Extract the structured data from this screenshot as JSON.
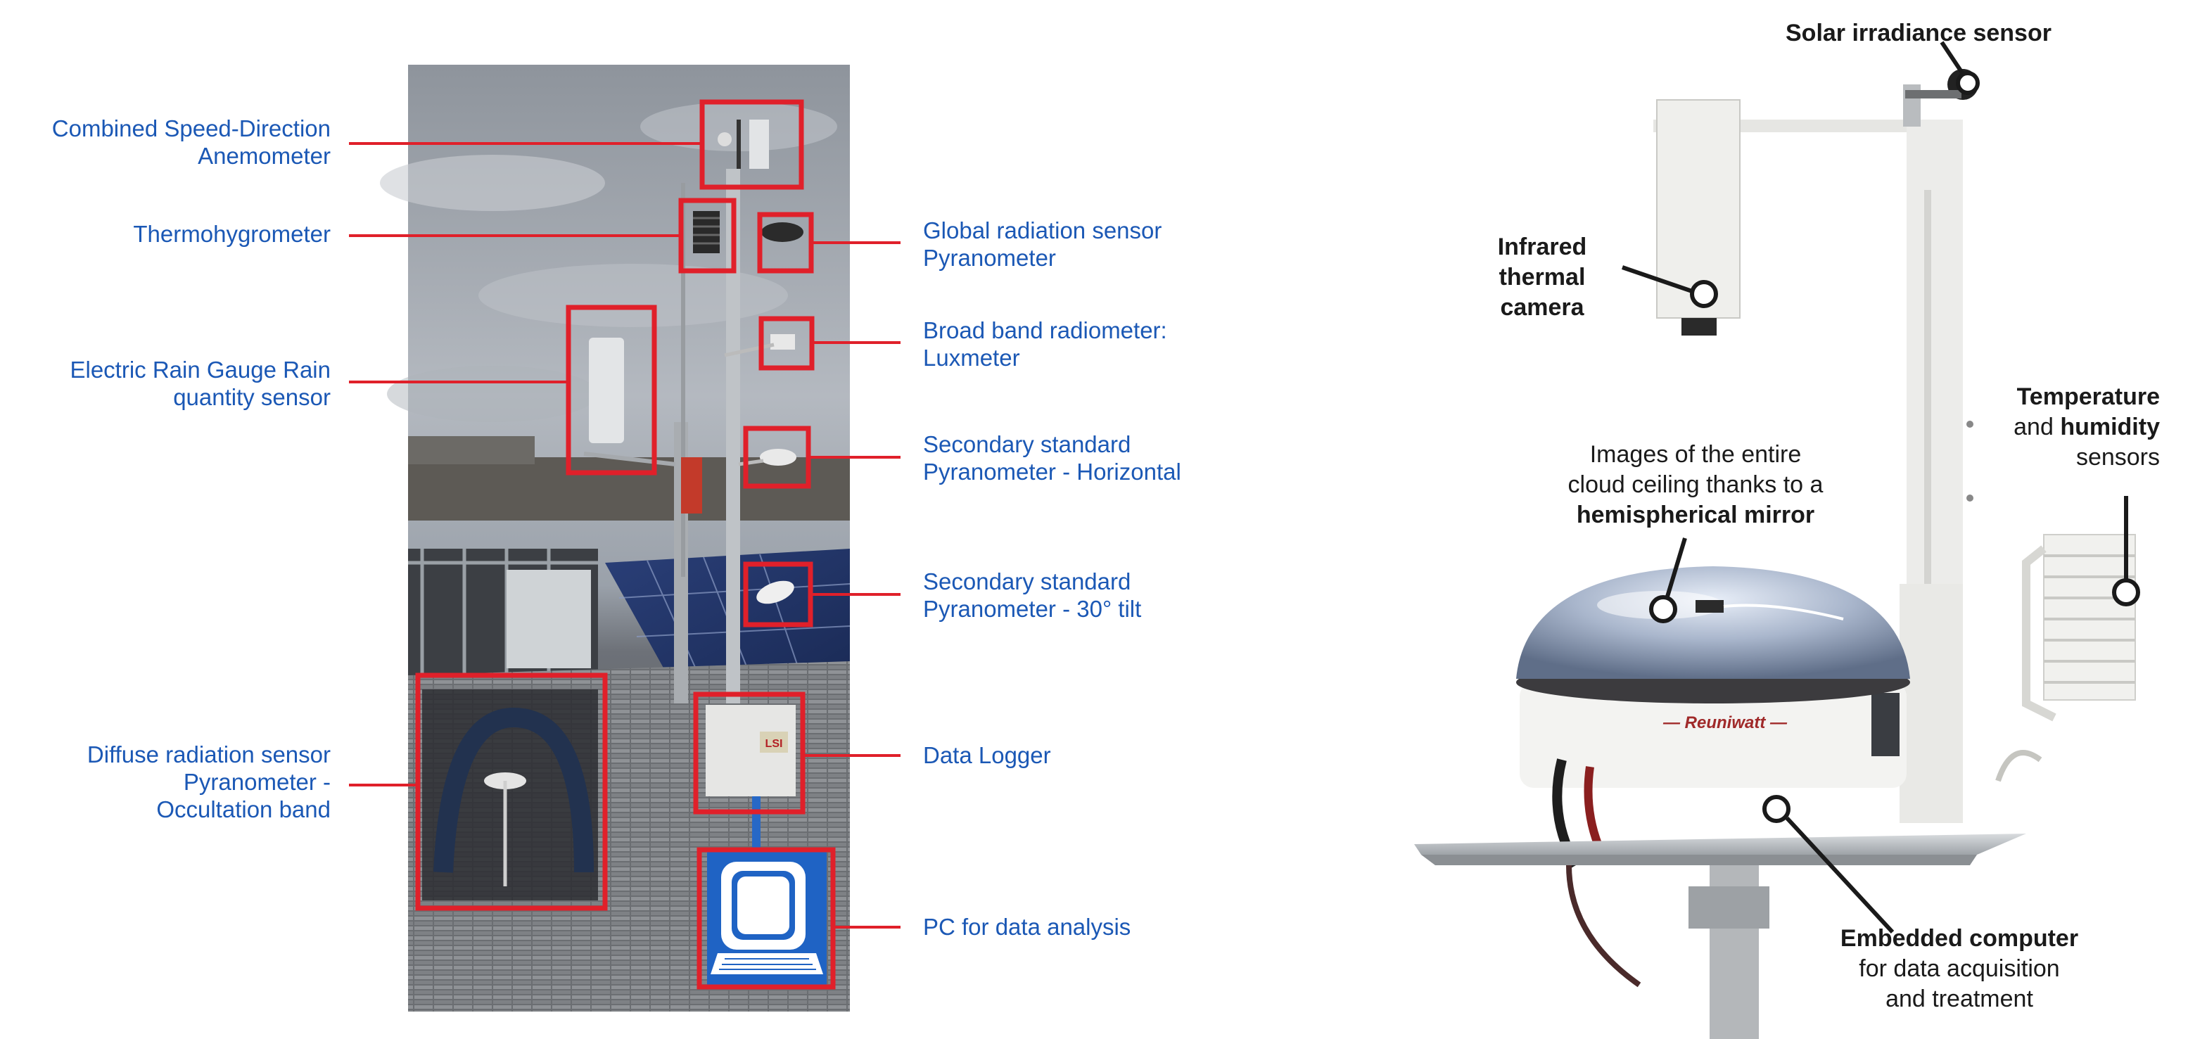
{
  "left_panel": {
    "labels": {
      "anemometer": [
        "Combined Speed-Direction",
        "Anemometer"
      ],
      "thermohygrometer": [
        "Thermohygrometer"
      ],
      "rain_gauge": [
        "Electric Rain Gauge Rain",
        "quantity sensor"
      ],
      "diffuse": [
        "Diffuse radiation sensor",
        "Pyranometer -",
        "Occultation band"
      ],
      "global_radiation": [
        "Global radiation sensor",
        "Pyranometer"
      ],
      "broad_band": [
        "Broad band radiometer:",
        "Luxmeter"
      ],
      "secondary_horizontal": [
        "Secondary standard",
        "Pyranometer - Horizontal"
      ],
      "secondary_tilt": [
        "Secondary standard",
        "Pyranometer - 30° tilt"
      ],
      "data_logger": [
        "Data Logger"
      ],
      "pc": [
        "PC for data analysis"
      ]
    },
    "logger_brand": "LSI"
  },
  "right_panel": {
    "solar": "Solar irradiance sensor",
    "infrared": [
      "Infrared",
      "thermal",
      "camera"
    ],
    "temp_line1_bold": "Temperature",
    "temp_line2_pre": "and ",
    "temp_line2_bold": "humidity",
    "temp_line3": "sensors",
    "mirror_line1": "Images of the entire",
    "mirror_line2": "cloud ceiling thanks to a",
    "mirror_line3_bold": "hemispherical mirror",
    "computer_bold": "Embedded computer",
    "computer_line2": "for data acquisition",
    "computer_line3": "and treatment",
    "brand": "— Reuniwatt —"
  },
  "colors": {
    "label_blue": "#1b58b5",
    "box_red": "#e0202a",
    "text_dark": "#1a1a1a"
  }
}
